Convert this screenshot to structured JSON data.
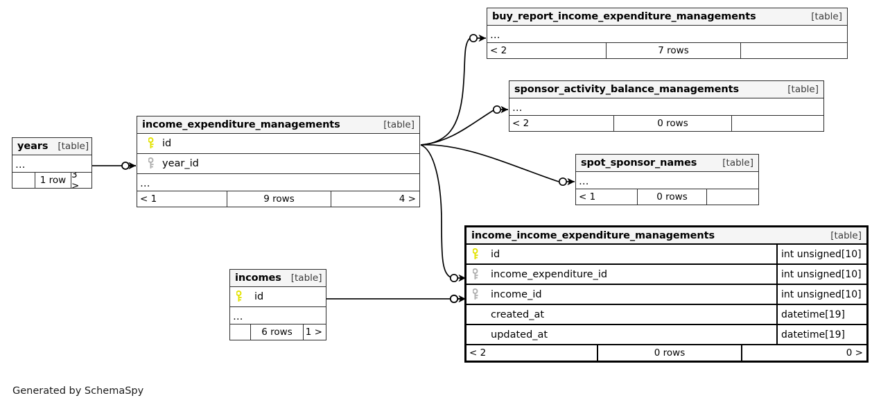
{
  "diagram": {
    "generator_credit": "Generated by SchemaSpy",
    "type_label": "[table]",
    "ellipsis": "…",
    "icons": {
      "primary_key": "primary-key-icon",
      "foreign_key": "foreign-key-icon"
    },
    "colors": {
      "primary_key": "#e8e800",
      "foreign_key": "#b0b0b0",
      "header_bg": "#f5f5f5",
      "border": "#2b2b2b",
      "highlight_border": "#000000",
      "background": "#ffffff"
    }
  },
  "tables": [
    {
      "id": "years",
      "name": "years",
      "type": "[table]",
      "highlighted": false,
      "has_ellipsis_row": true,
      "columns": [],
      "footer": {
        "left": "",
        "center": "1 row",
        "right": "3 >"
      }
    },
    {
      "id": "income_expenditure_managements",
      "name": "income_expenditure_managements",
      "type": "[table]",
      "highlighted": false,
      "has_ellipsis_row": true,
      "columns": [
        {
          "name": "id",
          "key": "primary",
          "type": ""
        },
        {
          "name": "year_id",
          "key": "foreign",
          "type": ""
        }
      ],
      "footer": {
        "left": "< 1",
        "center": "9 rows",
        "right": "4 >"
      }
    },
    {
      "id": "buy_report_income_expenditure_managements",
      "name": "buy_report_income_expenditure_managements",
      "type": "[table]",
      "highlighted": false,
      "has_ellipsis_row": true,
      "columns": [],
      "footer": {
        "left": "< 2",
        "center": "7 rows",
        "right": ""
      }
    },
    {
      "id": "sponsor_activity_balance_managements",
      "name": "sponsor_activity_balance_managements",
      "type": "[table]",
      "highlighted": false,
      "has_ellipsis_row": true,
      "columns": [],
      "footer": {
        "left": "< 2",
        "center": "0 rows",
        "right": ""
      }
    },
    {
      "id": "spot_sponsor_names",
      "name": "spot_sponsor_names",
      "type": "[table]",
      "highlighted": false,
      "has_ellipsis_row": true,
      "columns": [],
      "footer": {
        "left": "< 1",
        "center": "0 rows",
        "right": ""
      }
    },
    {
      "id": "incomes",
      "name": "incomes",
      "type": "[table]",
      "highlighted": false,
      "has_ellipsis_row": true,
      "columns": [
        {
          "name": "id",
          "key": "primary",
          "type": ""
        }
      ],
      "footer": {
        "left": "",
        "center": "6 rows",
        "right": "1 >"
      }
    },
    {
      "id": "income_income_expenditure_managements",
      "name": "income_income_expenditure_managements",
      "type": "[table]",
      "highlighted": true,
      "has_ellipsis_row": false,
      "columns": [
        {
          "name": "id",
          "key": "primary",
          "type": "int unsigned[10]"
        },
        {
          "name": "income_expenditure_id",
          "key": "foreign",
          "type": "int unsigned[10]"
        },
        {
          "name": "income_id",
          "key": "foreign",
          "type": "int unsigned[10]"
        },
        {
          "name": "created_at",
          "key": "none",
          "type": "datetime[19]"
        },
        {
          "name": "updated_at",
          "key": "none",
          "type": "datetime[19]"
        }
      ],
      "footer": {
        "left": "< 2",
        "center": "0 rows",
        "right": "0 >"
      }
    }
  ],
  "relationships": [
    {
      "from": "years",
      "to": "income_expenditure_managements.year_id"
    },
    {
      "from": "income_expenditure_managements",
      "to": "buy_report_income_expenditure_managements"
    },
    {
      "from": "income_expenditure_managements",
      "to": "sponsor_activity_balance_managements"
    },
    {
      "from": "income_expenditure_managements",
      "to": "spot_sponsor_names"
    },
    {
      "from": "income_expenditure_managements",
      "to": "income_income_expenditure_managements.income_expenditure_id"
    },
    {
      "from": "incomes",
      "to": "income_income_expenditure_managements.income_id"
    }
  ]
}
